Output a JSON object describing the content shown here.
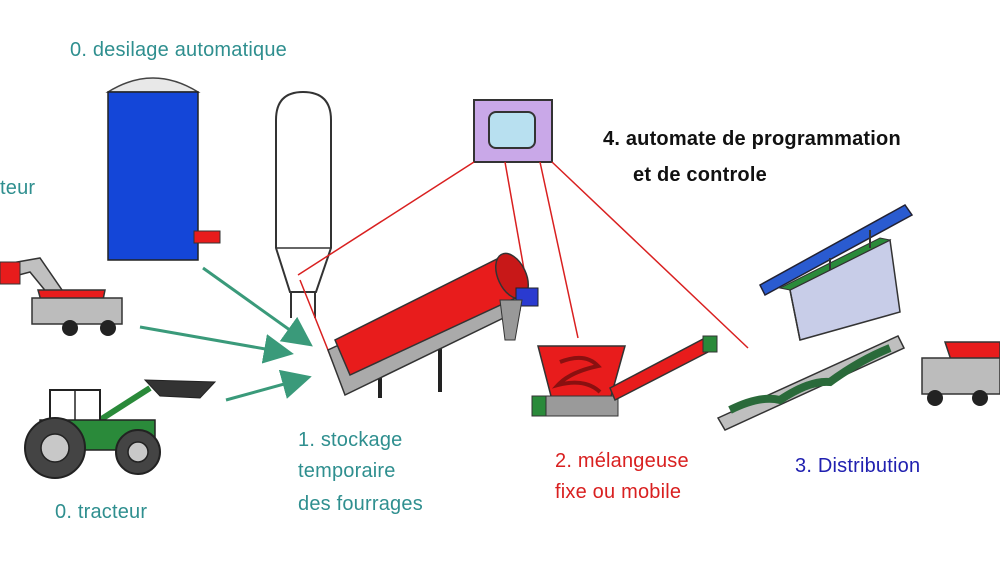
{
  "labels": {
    "desilage": "0. desilage automatique",
    "tracteur_partial": "teur",
    "tracteur": "0. tracteur",
    "stockage": [
      "1. stockage",
      "temporaire",
      "des fourrages"
    ],
    "melangeuse": [
      "2. mélangeuse",
      "fixe ou mobile"
    ],
    "distribution": "3. Distribution",
    "automate": [
      "4. automate de programmation",
      "et de controle"
    ]
  },
  "colors": {
    "teal": "#2f8f8f",
    "red": "#d92020",
    "blue": "#2020b0",
    "silo_blue": "#1446d8",
    "machine_red": "#e81c1c",
    "arrow_green": "#3a9a7a",
    "panel_purple": "#c9a8e8"
  },
  "icons": [
    "silo-icon",
    "tower-silo-icon",
    "feed-wagon-icon",
    "tractor-icon",
    "conveyor-icon",
    "mixer-icon",
    "control-panel-icon",
    "feed-trough-icon"
  ]
}
